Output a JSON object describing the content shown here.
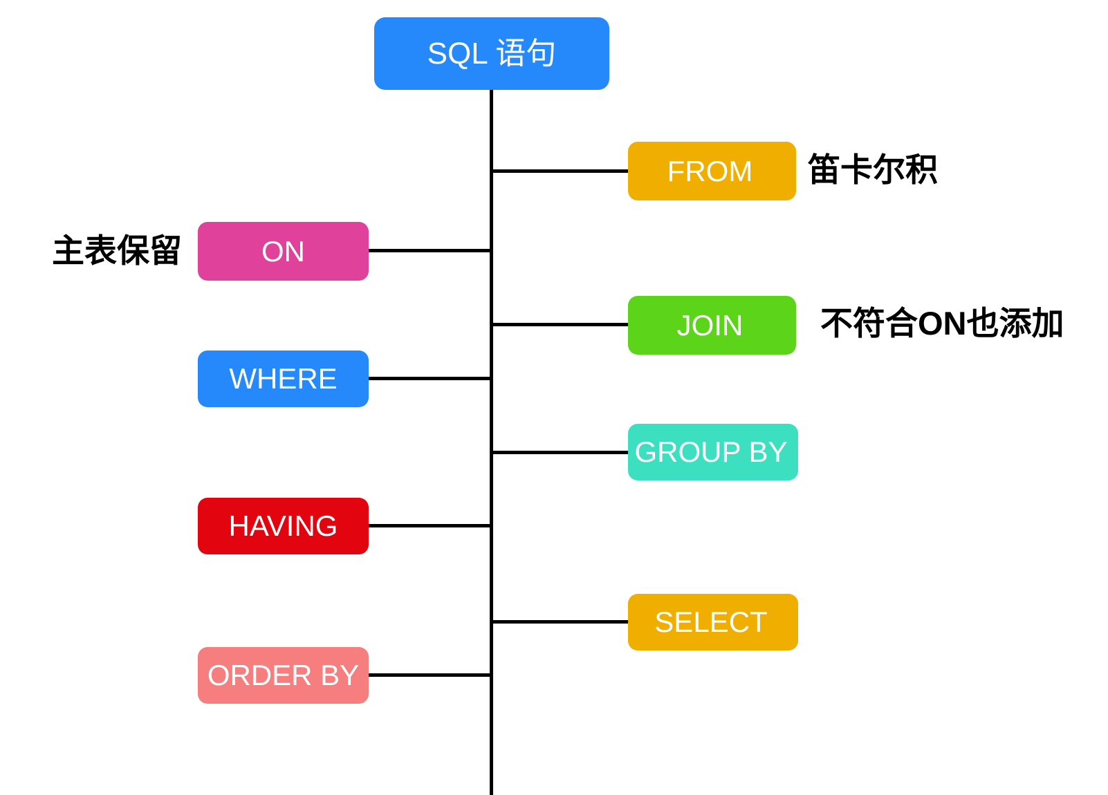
{
  "diagram": {
    "title": "SQL 语句",
    "root": {
      "label": "SQL 语句",
      "color": "#2589fb",
      "text_color": "#ffffff"
    },
    "spine_color": "#000000",
    "nodes": [
      {
        "id": "from",
        "label": "FROM",
        "color": "#f0ae00",
        "side": "right",
        "annotation": "笛卡尔积",
        "annotation_bold": false
      },
      {
        "id": "on",
        "label": "ON",
        "color": "#e0429b",
        "side": "left",
        "annotation": "主表保留",
        "annotation_bold": true
      },
      {
        "id": "join",
        "label": "JOIN",
        "color": "#5cd41a",
        "side": "right",
        "annotation": "不符合ON也添加",
        "annotation_bold": true
      },
      {
        "id": "where",
        "label": "WHERE",
        "color": "#2589fb",
        "side": "left",
        "annotation": "",
        "annotation_bold": false
      },
      {
        "id": "group-by",
        "label": "GROUP BY",
        "color": "#3ce0c0",
        "side": "right",
        "annotation": "",
        "annotation_bold": false
      },
      {
        "id": "having",
        "label": "HAVING",
        "color": "#e20510",
        "side": "left",
        "annotation": "",
        "annotation_bold": false
      },
      {
        "id": "select",
        "label": "SELECT",
        "color": "#f0ae00",
        "side": "right",
        "annotation": "",
        "annotation_bold": false
      },
      {
        "id": "order-by",
        "label": "ORDER BY",
        "color": "#f77e7e",
        "side": "left",
        "annotation": "",
        "annotation_bold": false
      }
    ]
  }
}
